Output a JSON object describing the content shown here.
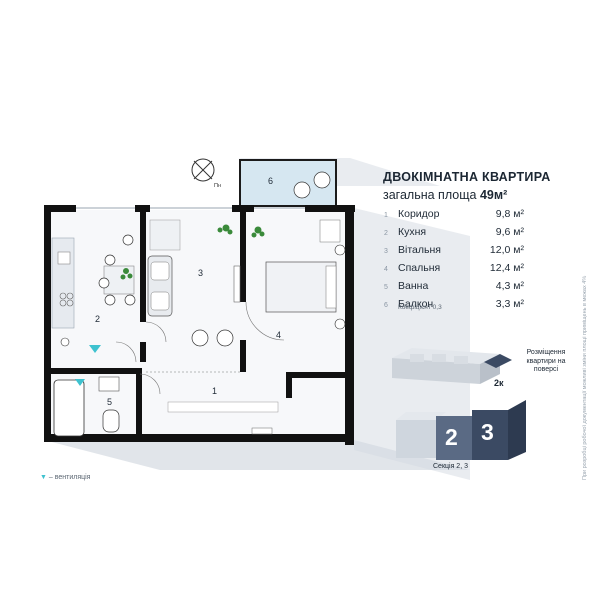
{
  "title": "ДВОКІМНАТНА КВАРТИРА",
  "subtitle": {
    "prefix": "загальна площа",
    "value": "49м²"
  },
  "rooms": [
    {
      "num": "1",
      "name": "Коридор",
      "area": "9,8 м²"
    },
    {
      "num": "2",
      "name": "Кухня",
      "area": "9,6 м²"
    },
    {
      "num": "3",
      "name": "Вітальня",
      "area": "12,0 м²"
    },
    {
      "num": "4",
      "name": "Спальня",
      "area": "12,4 м²"
    },
    {
      "num": "5",
      "name": "Ванна",
      "area": "4,3 м²"
    },
    {
      "num": "6",
      "name": "Балкон",
      "area": "3,3 м²"
    }
  ],
  "balcony_coefficient": "Коефіцієнт 0,3",
  "placement_label": "Розміщення квартири на поверсі",
  "apartment_tag": "2к",
  "section": {
    "label": "Секція 2, 3",
    "numbers": [
      "2",
      "3"
    ]
  },
  "legend": {
    "vent_label": "– вентиляція"
  },
  "compass_label": "Пн",
  "disclaimer": "При розробці робочої документації можливі зміни площі приміщень в межах 4%",
  "plan_room_numbers": [
    "1",
    "2",
    "3",
    "4",
    "5",
    "6"
  ],
  "colors": {
    "wall": "#111111",
    "shadow": "#c8ced6",
    "accent": "#3ec2cf",
    "balcony": "#cfe3ef",
    "section_dark": "#3b4a63",
    "section_mid": "#5a6a84"
  }
}
